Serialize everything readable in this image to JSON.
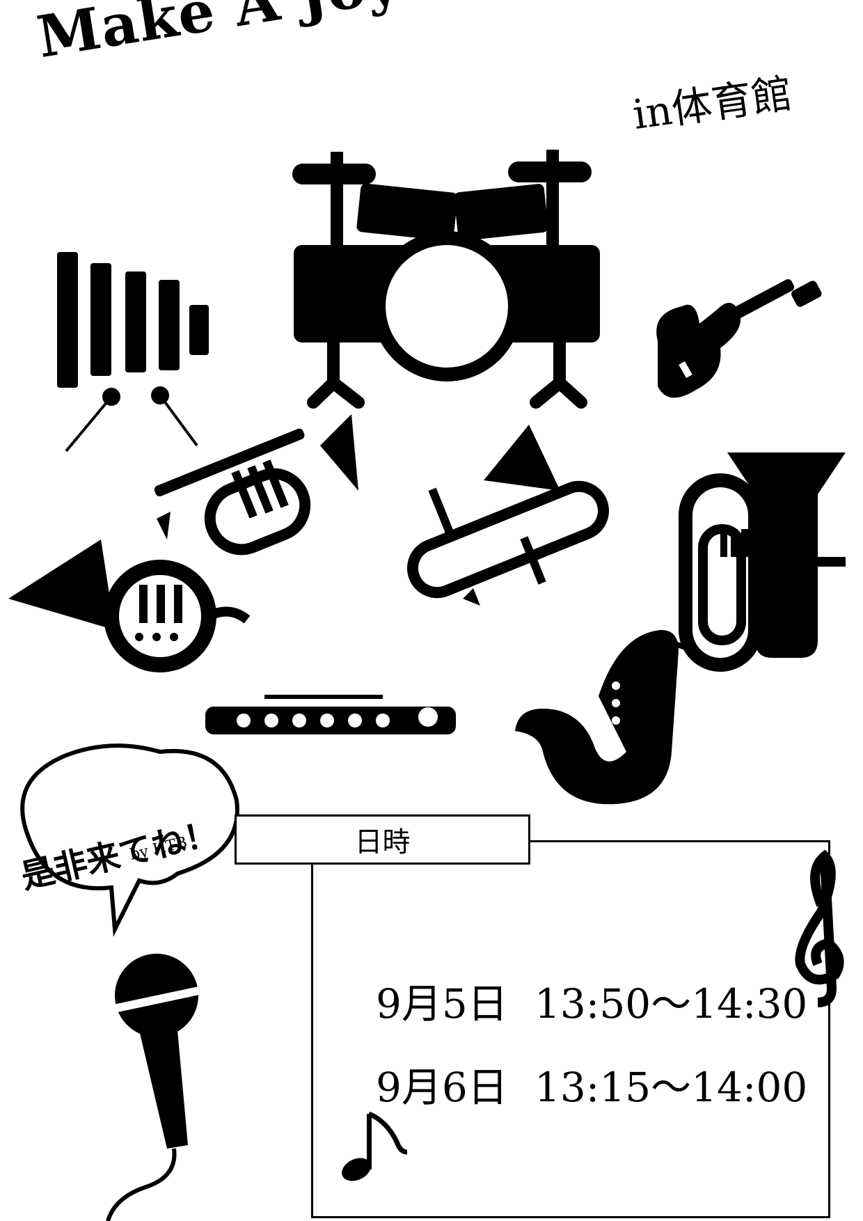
{
  "poster": {
    "title": "Make A Joyful Noise",
    "subtitle": "in体育館"
  },
  "bubble": {
    "text": "是非来てね！",
    "byline": "by HTB"
  },
  "schedule": {
    "heading": "日時",
    "entries": [
      {
        "date": "9月5日",
        "time": "13:50～14:30"
      },
      {
        "date": "9月6日",
        "time": "13:15～14:00"
      }
    ]
  },
  "icons": [
    "drum-kit-icon",
    "xylophone-icon",
    "electric-guitar-icon",
    "trumpet-icon",
    "trombone-icon",
    "tuba-icon",
    "french-horn-icon",
    "flute-icon",
    "saxophone-icon",
    "microphone-icon",
    "treble-clef-icon",
    "eighth-note-icon"
  ],
  "colors": {
    "ink": "#000000",
    "paper": "#ffffff"
  }
}
